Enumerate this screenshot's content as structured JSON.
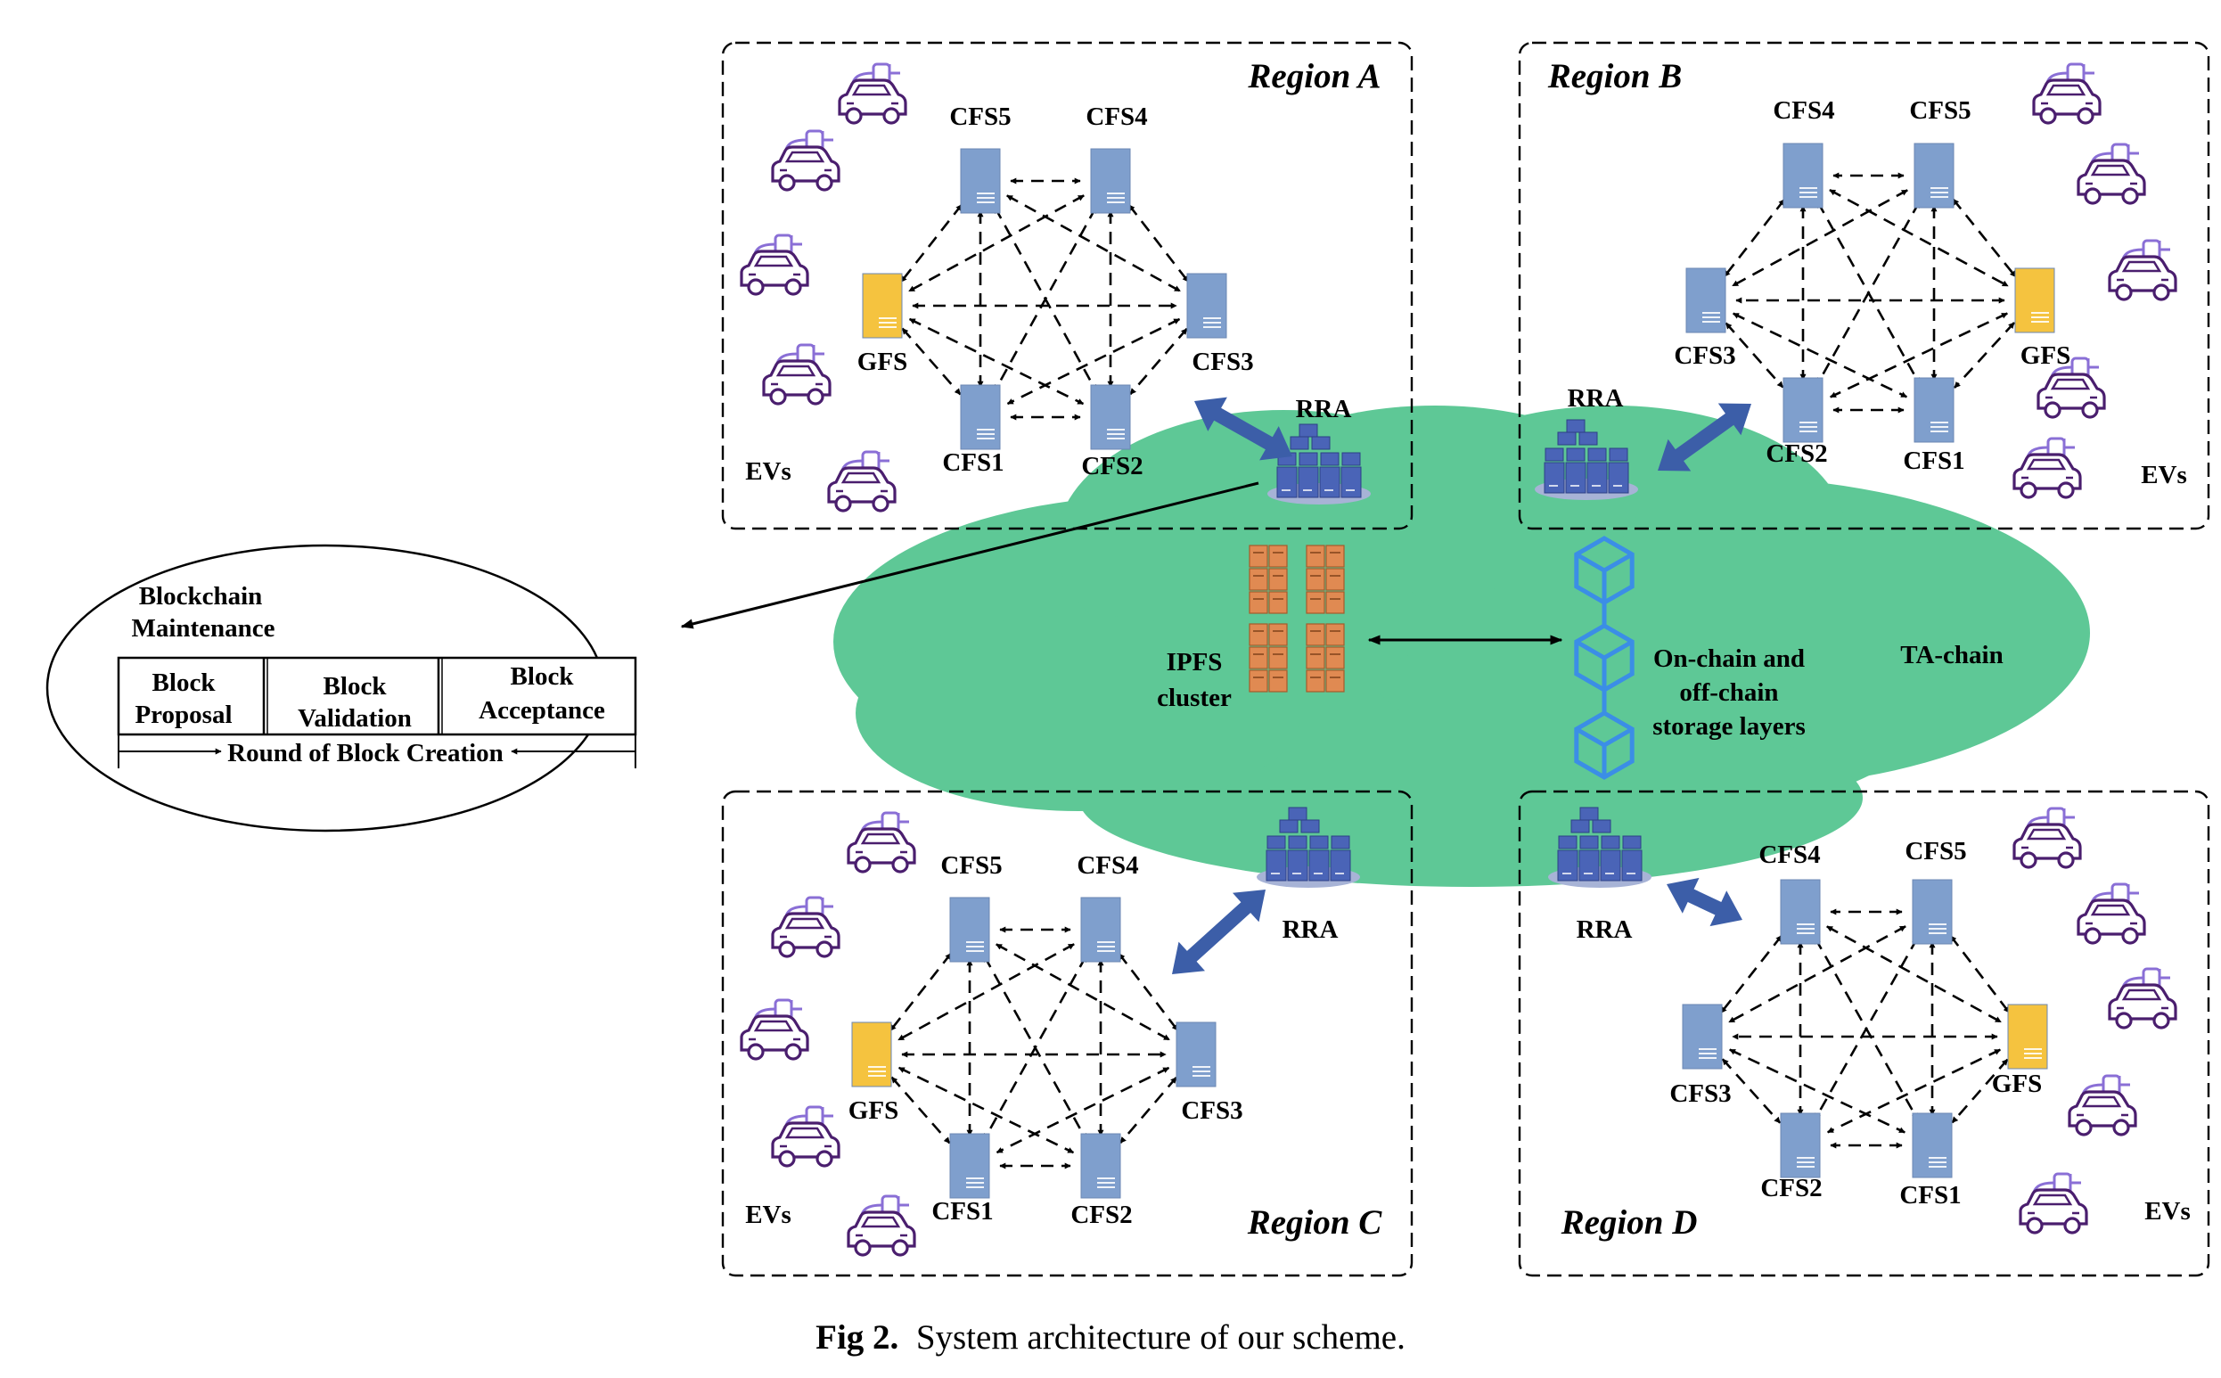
{
  "regions": [
    {
      "id": "A",
      "title": "Region A",
      "rra": "RRA",
      "evs": "EVs",
      "nodes": {
        "n5": "CFS5",
        "n4": "CFS4",
        "gfs": "GFS",
        "n3": "CFS3",
        "n1": "CFS1",
        "n2": "CFS2"
      }
    },
    {
      "id": "B",
      "title": "Region B",
      "rra": "RRA",
      "evs": "EVs",
      "nodes": {
        "n4": "CFS4",
        "n5": "CFS5",
        "n3": "CFS3",
        "gfs": "GFS",
        "n2": "CFS2",
        "n1": "CFS1"
      }
    },
    {
      "id": "C",
      "title": "Region C",
      "rra": "RRA",
      "evs": "EVs",
      "nodes": {
        "n5": "CFS5",
        "n4": "CFS4",
        "gfs": "GFS",
        "n3": "CFS3",
        "n1": "CFS1",
        "n2": "CFS2"
      }
    },
    {
      "id": "D",
      "title": "Region D",
      "rra": "RRA",
      "evs": "EVs",
      "nodes": {
        "n4": "CFS4",
        "n5": "CFS5",
        "n3": "CFS3",
        "gfs": "GFS",
        "n2": "CFS2",
        "n1": "CFS1"
      }
    }
  ],
  "cloud": {
    "ipfs_line1": "IPFS",
    "ipfs_line2": "cluster",
    "storage_line1": "On-chain and",
    "storage_line2": "off-chain",
    "storage_line3": "storage layers",
    "ta_chain": "TA-chain"
  },
  "maintenance": {
    "title_line1": "Blockchain",
    "title_line2": "Maintenance",
    "cell1_line1": "Block",
    "cell1_line2": "Proposal",
    "cell2_line1": "Block",
    "cell2_line2": "Validation",
    "cell3_line1": "Block",
    "cell3_line2": "Acceptance",
    "round": "Round of Block Creation"
  },
  "caption": {
    "label": "Fig 2.",
    "text": "System architecture of our scheme."
  },
  "colors": {
    "cloud": "#5ec896",
    "cfs": "#7f9fcd",
    "gfs": "#f5c33f",
    "rra": "#4a64b7",
    "ev": "#4a1e6e",
    "plug": "#8a6fd6",
    "block": "#3b8ee6",
    "arrow": "#3c5ea8",
    "ipfs": "#e08a52"
  }
}
